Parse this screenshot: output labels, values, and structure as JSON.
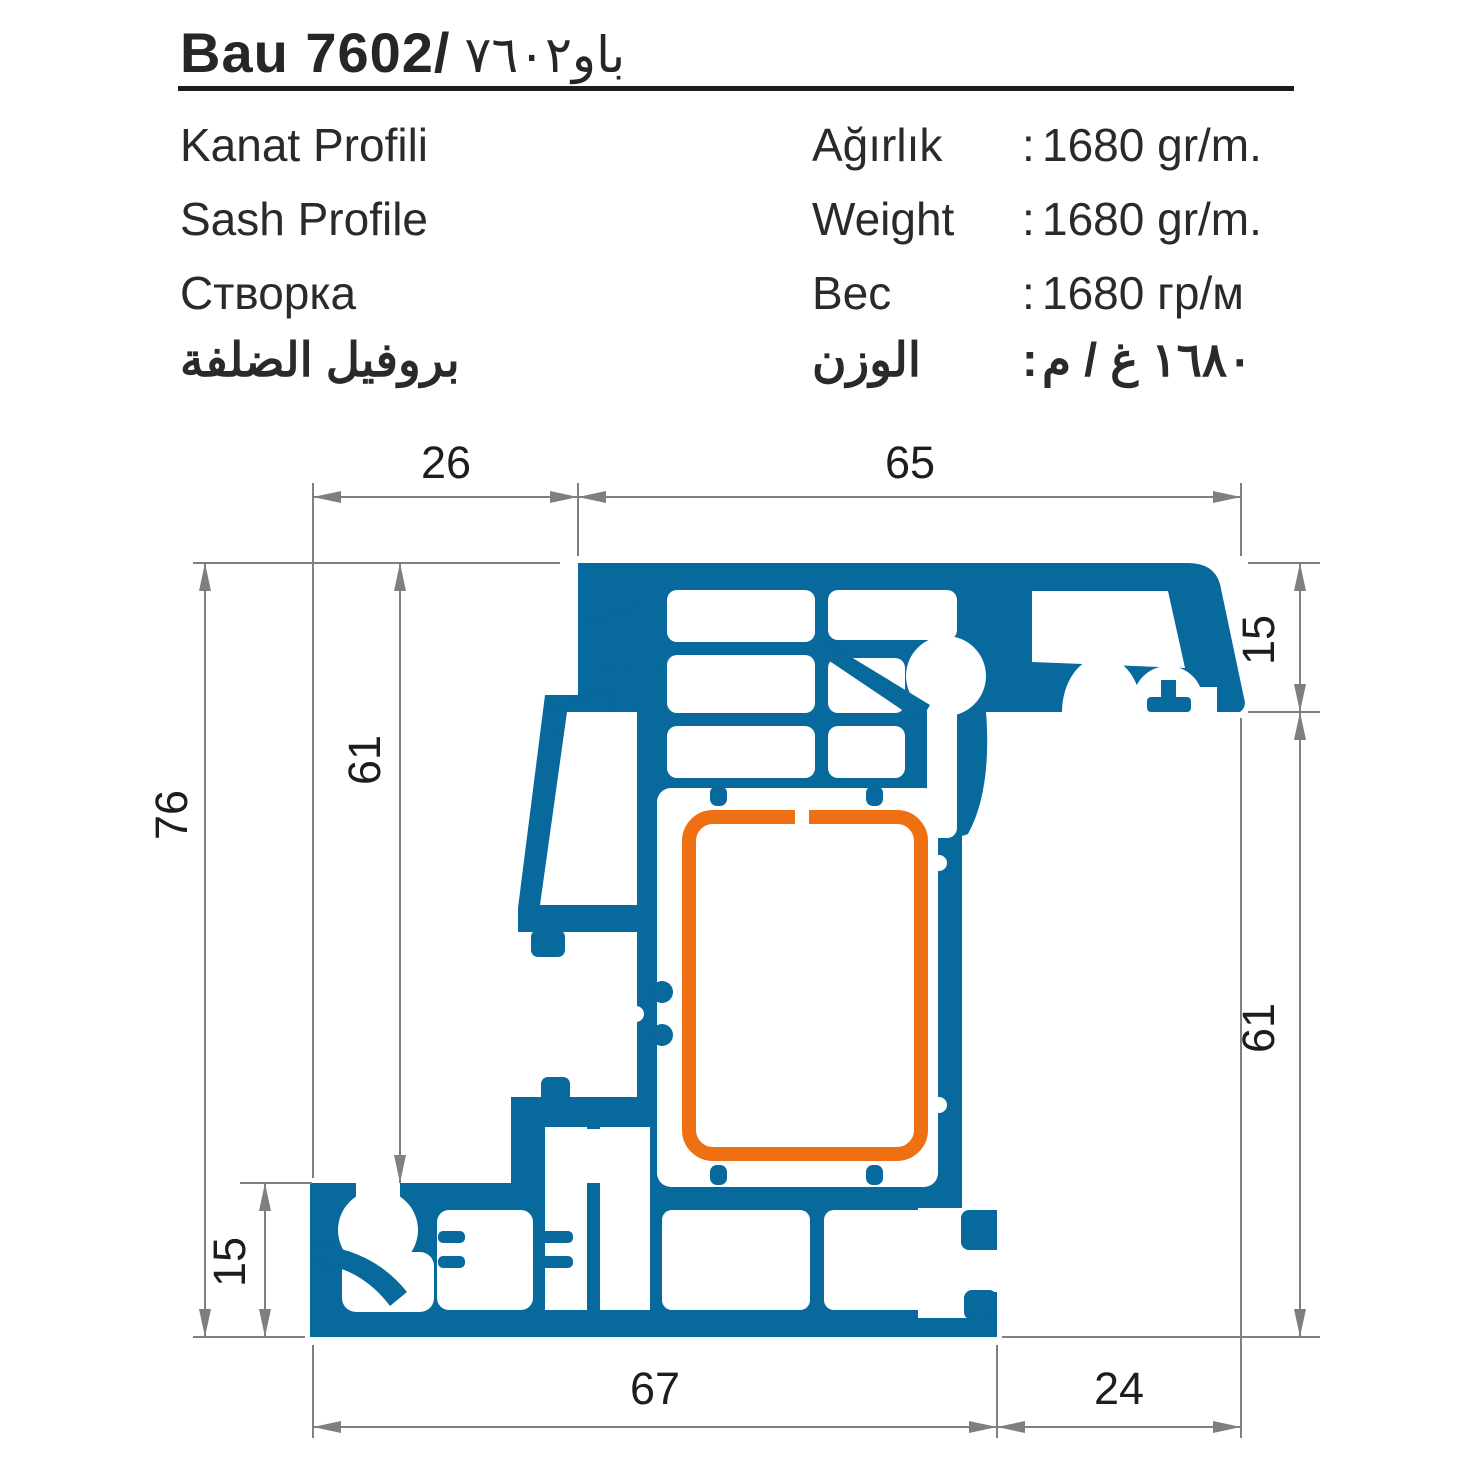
{
  "title": {
    "model": "Bau 7602/",
    "model_arabic": "باو٧٦٠٢"
  },
  "profile_names": {
    "turkish": "Kanat Profili",
    "english": "Sash Profile",
    "russian": "Створка",
    "arabic": "بروفيل الضلفة"
  },
  "colon": ":",
  "weight_rows": [
    {
      "label": "Ağırlık",
      "value": "1680 gr/m."
    },
    {
      "label": "Weight",
      "value": "1680 gr/m."
    },
    {
      "label": "Вес",
      "value": "1680 гр/м"
    },
    {
      "label": "الوزن",
      "value": "١٦٨٠ غ / م"
    }
  ],
  "drawing": {
    "type": "profile-cross-section",
    "dims": {
      "top_left": "26",
      "top_right": "65",
      "right_top": "15",
      "right_bottom": "61",
      "left_outer": "76",
      "left_inner": "61",
      "left_bottom": "15",
      "bottom_left": "67",
      "bottom_right": "24"
    },
    "colors": {
      "profile_blue": "#07699c",
      "steel_orange": "#ef7012",
      "dimension_gray": "#7f7f7f",
      "text_black": "#1d1d1b"
    }
  }
}
